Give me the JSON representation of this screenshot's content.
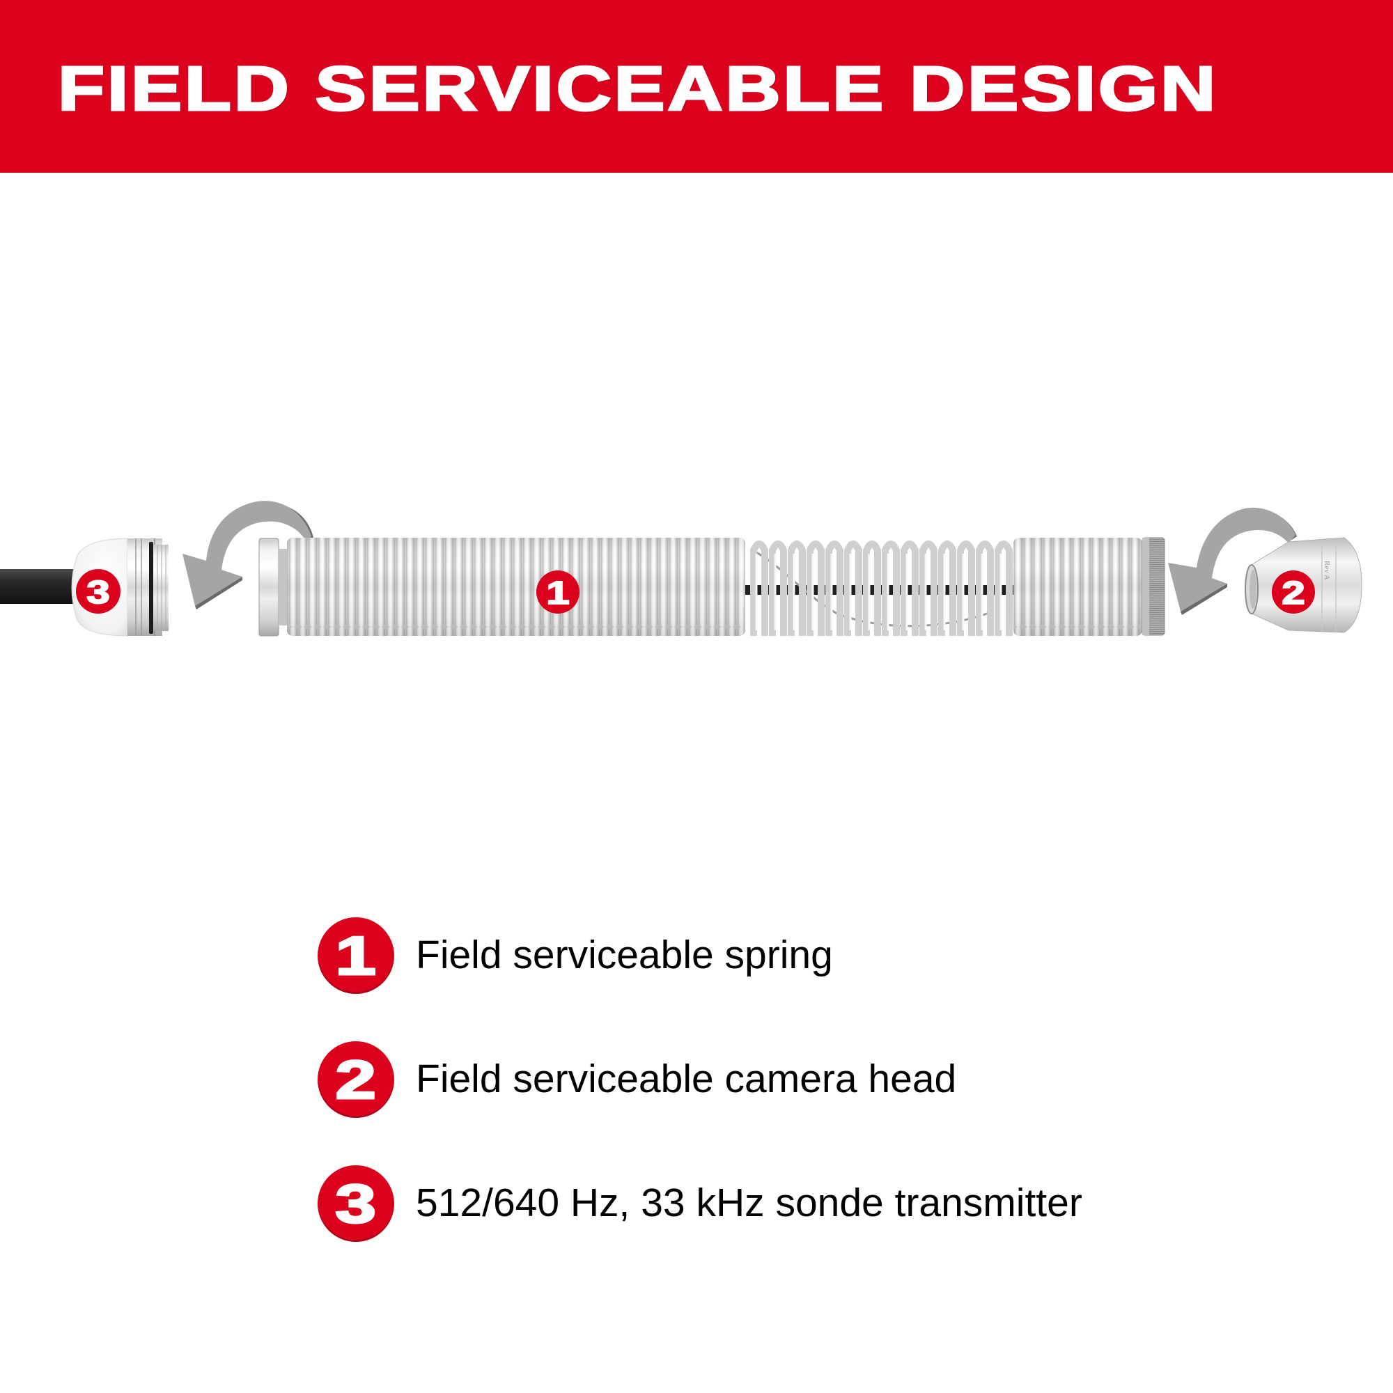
{
  "banner": {
    "title": "FIELD SERVICEABLE DESIGN",
    "background_color": "#DB011C",
    "text_color": "#FFFFFF"
  },
  "product_image": {
    "description": "Exploded view of inspection camera cable end: sonde transmitter, spring, camera head",
    "callouts": [
      {
        "number": "1",
        "target": "spring"
      },
      {
        "number": "2",
        "target": "camera head"
      },
      {
        "number": "3",
        "target": "sonde transmitter"
      }
    ],
    "camera_head_engraving": "Rev A",
    "icons": [
      "rotate-arrow-left-icon",
      "rotate-arrow-right-icon"
    ]
  },
  "legend": {
    "items": [
      {
        "number": "1",
        "label": "Field serviceable spring"
      },
      {
        "number": "2",
        "label": "Field serviceable camera head"
      },
      {
        "number": "3",
        "label": "512/640 Hz, 33 kHz sonde transmitter"
      }
    ],
    "badge_color": "#DB011C"
  }
}
